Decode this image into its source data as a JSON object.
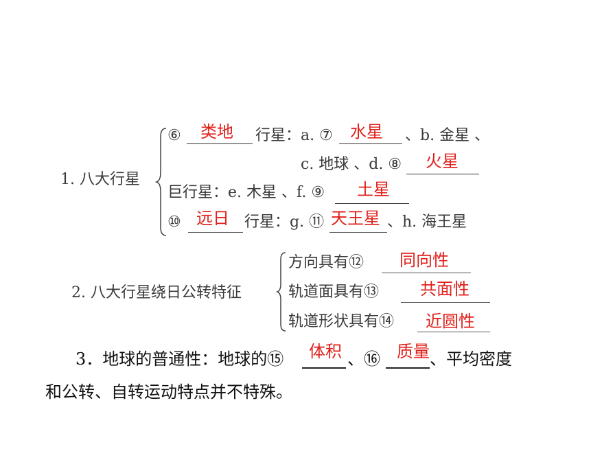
{
  "section1": {
    "title": "1. 八大行星",
    "row1": {
      "prefix": "⑥",
      "mid": "行星：a. ⑦",
      "suffix": "、b. 金星 、"
    },
    "row2": {
      "prefix": "c. 地球 、d. ⑧"
    },
    "row3": {
      "prefix": "巨行星：e. 木星 、f. ⑨"
    },
    "row4": {
      "prefix": "⑩",
      "mid": "行星：g. ⑪",
      "suffix": "、h. 海王星"
    },
    "answers": {
      "a6": "类地",
      "a7": "水星",
      "a8": "火星",
      "a9": "土星",
      "a10": "远日",
      "a11": "天王星"
    }
  },
  "section2": {
    "title": "2. 八大行星绕日公转特征",
    "items": [
      {
        "label": "方向具有⑫",
        "answer": "同向性"
      },
      {
        "label": "轨道面具有⑬",
        "answer": "共面性"
      },
      {
        "label": "轨道形状具有⑭",
        "answer": "近圆性"
      }
    ]
  },
  "section3": {
    "line1_a": "3．地球的普通性：地球的⑮",
    "line1_b": "、⑯",
    "line1_c": "、平均密度",
    "line2": "和公转、自转运动特点并不特殊。",
    "answers": {
      "a15": "体积",
      "a16": "质量"
    }
  }
}
